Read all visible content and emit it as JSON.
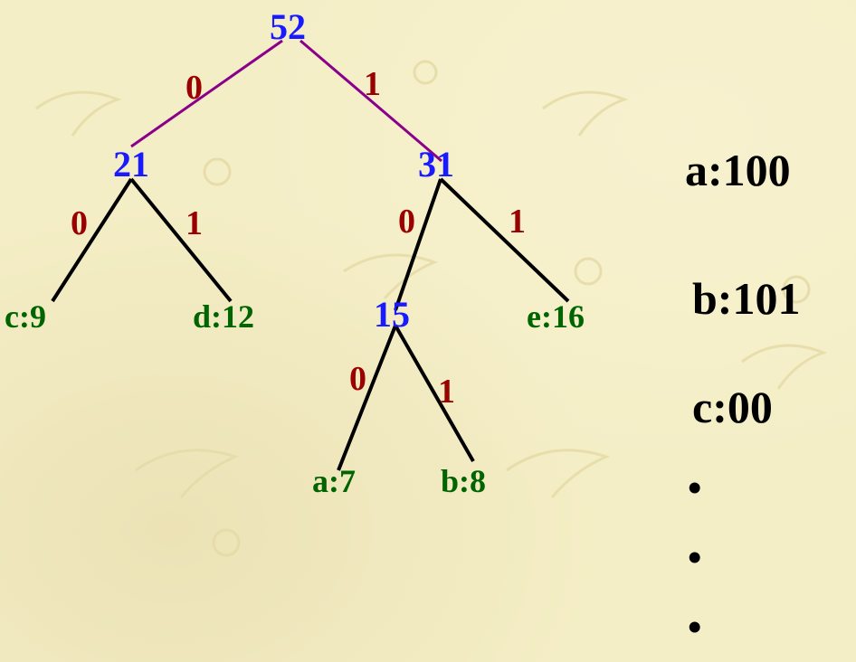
{
  "tree": {
    "root": "52",
    "internal_nodes": [
      "52",
      "21",
      "31",
      "15"
    ],
    "leaves": [
      "c:9",
      "d:12",
      "e:16",
      "a:7",
      "b:8"
    ],
    "edge_bits": {
      "n52_21": "0",
      "n52_31": "1",
      "n21_c": "0",
      "n21_d": "1",
      "n31_15": "0",
      "n31_e": "1",
      "n15_a": "0",
      "n15_b": "1"
    },
    "colors": {
      "internal_node": "#1a1aff",
      "leaf_node": "#006400",
      "edge_bit": "#990000",
      "root_edge": "#8b008b",
      "edge": "#000000"
    }
  },
  "codes": {
    "items": [
      "a:100",
      "b:101",
      "c:00"
    ],
    "ellipsis": [
      "•",
      "•",
      "•"
    ]
  }
}
